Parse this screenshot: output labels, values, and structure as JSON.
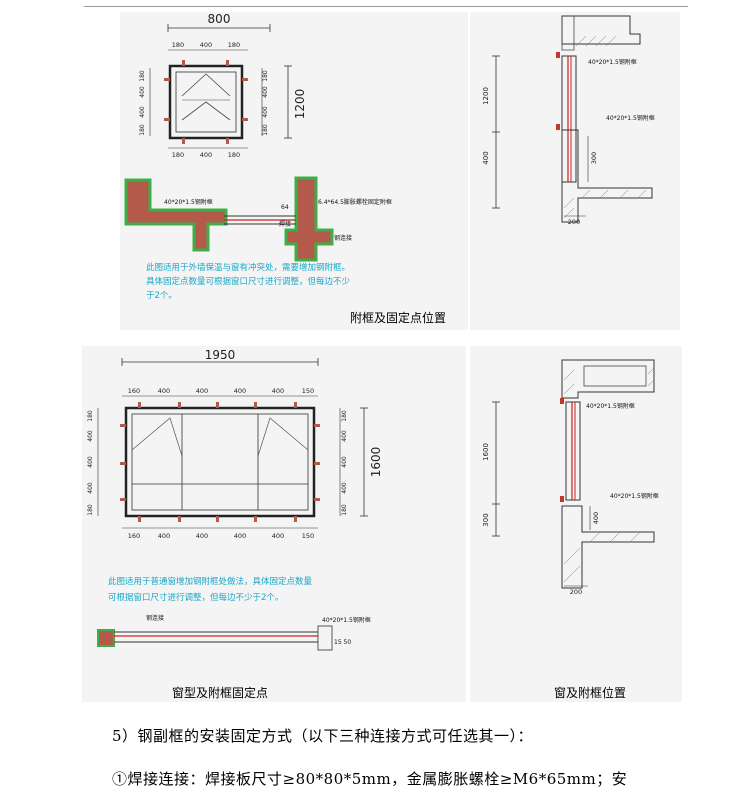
{
  "fig1": {
    "frame_width": "800",
    "top_dims": [
      "180",
      "400",
      "180"
    ],
    "bottom_dims": [
      "180",
      "400",
      "180"
    ],
    "left_dims": [
      "180",
      "400",
      "400",
      "180"
    ],
    "right_dims": [
      "180",
      "400",
      "400",
      "180"
    ],
    "frame_height": "1200",
    "label_a": "40*20*1.5钢附框",
    "label_b": "64",
    "label_c": "6.4*64.5膨胀螺栓固定附框",
    "label_d": "钢连接",
    "label_e": "焊接",
    "note_lines": [
      "此图适用于外墙保温与窗有冲突处，需要增加钢附框。",
      "具体固定点数量可根据窗口尺寸进行调整，但每边不少",
      "于2个。"
    ],
    "caption": "附框及固定点位置"
  },
  "fig2": {
    "dim_top": "1200",
    "dim_bottom": "400",
    "dim_mid": "300",
    "dim_base": "200",
    "label_upper": "40*20*1.5钢附框",
    "label_lower": "40*20*1.5钢附框"
  },
  "fig3": {
    "frame_width": "1950",
    "top_dims": [
      "160",
      "400",
      "400",
      "400",
      "400",
      "150"
    ],
    "bottom_dims": [
      "160",
      "400",
      "400",
      "400",
      "400",
      "150"
    ],
    "left_dims": [
      "180",
      "400",
      "400",
      "400",
      "180"
    ],
    "right_dims": [
      "180",
      "400",
      "400",
      "400",
      "180"
    ],
    "frame_height": "1600",
    "note_lines": [
      "此图适用于普通窗增加钢附框处做法，具体固定点数量",
      "可根据窗口尺寸进行调整，但每边不少于2个。"
    ],
    "label_steel": "钢连接",
    "label_frame": "40*20*1.5钢附框",
    "label_small": "15  50",
    "caption": "窗型及附框固定点"
  },
  "fig4": {
    "dim_top": "1600",
    "dim_bottom": "300",
    "dim_mid": "400",
    "dim_base": "200",
    "label_upper": "40*20*1.5钢附框",
    "label_lower": "40*20*1.5钢附框",
    "caption": "窗及附框位置"
  },
  "text": {
    "p1": "5）钢副框的安装固定方式（以下三种连接方式可任选其一）：",
    "p2": "①焊接连接：焊接板尺寸≥80*80*5mm，金属膨胀螺栓≥M6*65mm；安"
  }
}
